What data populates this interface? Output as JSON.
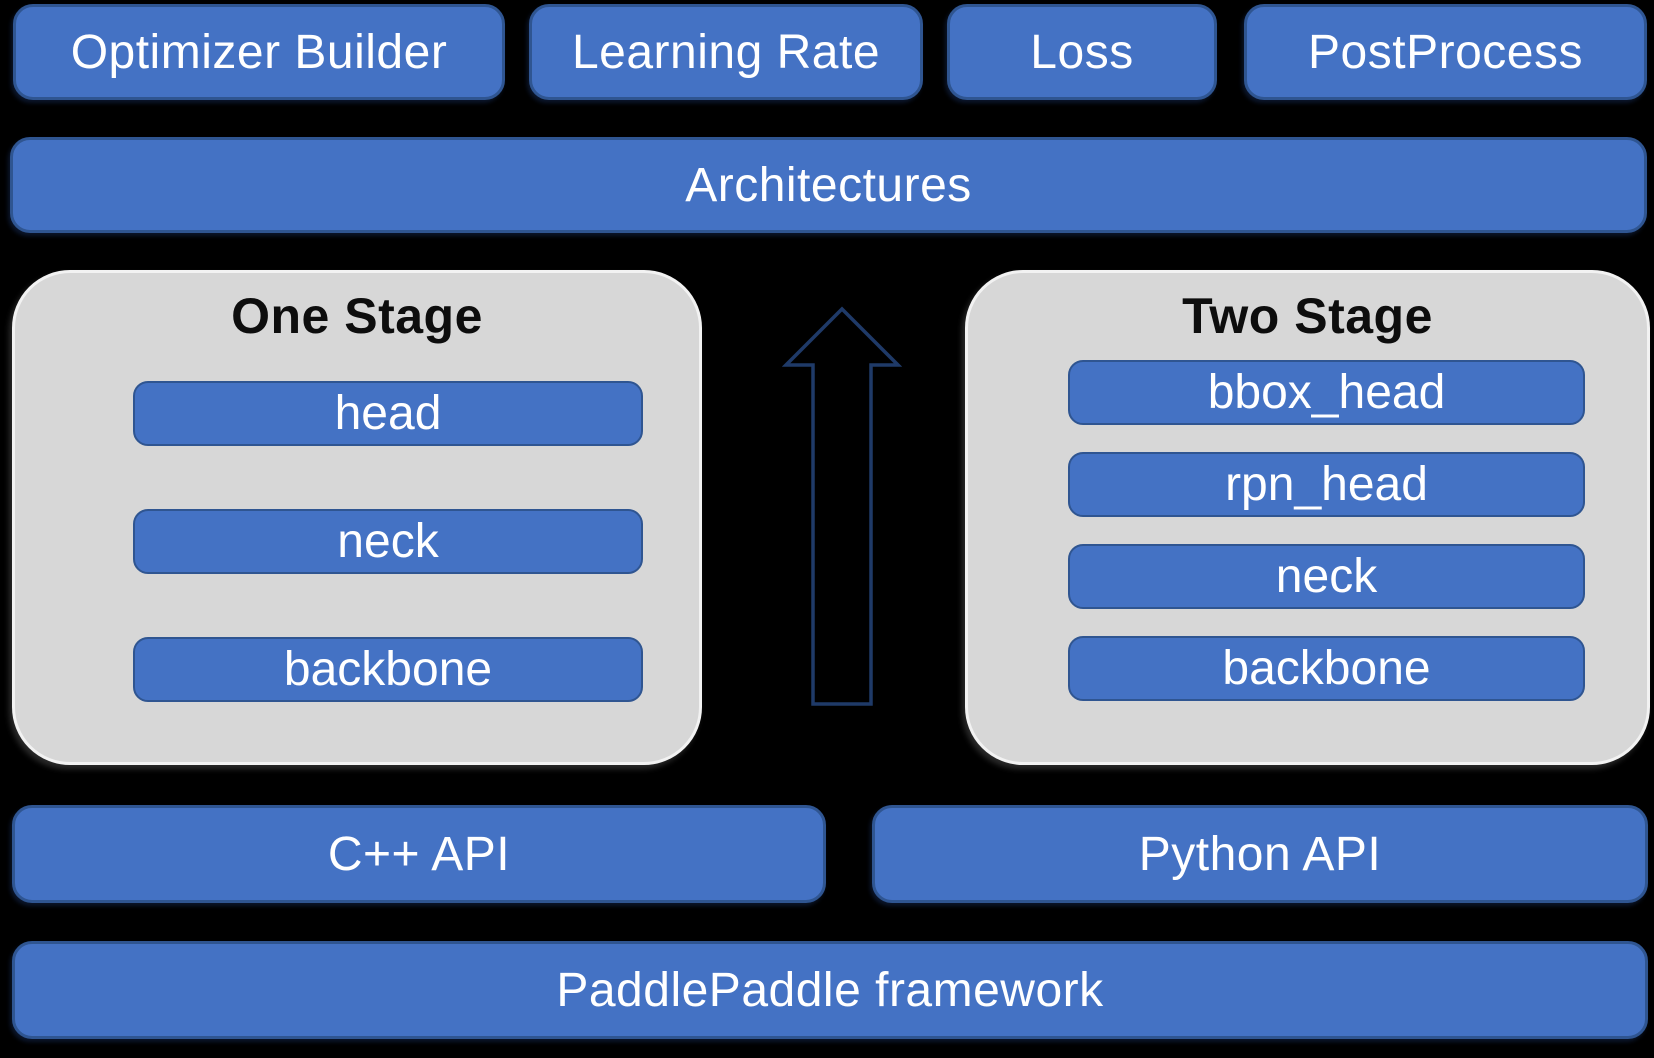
{
  "diagram_title": "PaddleDetection framework architecture diagram",
  "colors": {
    "background": "#000000",
    "box_fill": "#4472c4",
    "box_border": "#2f5591",
    "panel_fill": "#d7d7d7",
    "panel_border": "#f2f2f2",
    "arrow_outline": "#1f3a68",
    "text_light": "#ffffff",
    "text_dark": "#0d0d0d"
  },
  "top_row": {
    "optimizer_builder": "Optimizer Builder",
    "learning_rate": "Learning Rate",
    "loss": "Loss",
    "postprocess": "PostProcess"
  },
  "architectures": {
    "label": "Architectures"
  },
  "one_stage": {
    "title": "One Stage",
    "bars": [
      "head",
      "neck",
      "backbone"
    ]
  },
  "two_stage": {
    "title": "Two Stage",
    "bars": [
      "bbox_head",
      "rpn_head",
      "neck",
      "backbone"
    ]
  },
  "icons": {
    "up_arrow": "hollow upward arrow between One Stage and Two Stage"
  },
  "api_row": {
    "cpp": "C++ API",
    "python": "Python API"
  },
  "framework": {
    "label": "PaddlePaddle framework"
  }
}
